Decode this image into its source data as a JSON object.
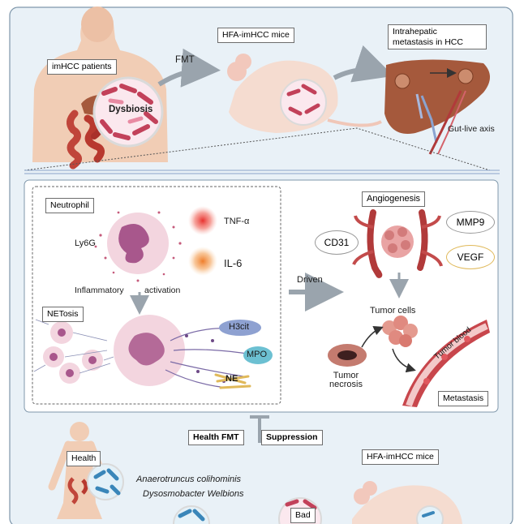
{
  "top": {
    "patients": "imHCC patients",
    "dysbiosis": "Dysbiosis",
    "fmt": "FMT",
    "mice": "HFA-imHCC mice",
    "metastasis": "Intrahepatic\nmetastasis in HCC",
    "axis": "Gut-live axis"
  },
  "middle": {
    "neutrophil": "Neutrophil",
    "ly6g": "Ly6G",
    "tnf": "TNF-α",
    "il6": "IL-6",
    "inflammatory": "Inflammatory",
    "activation": "activation",
    "netosis": "NETosis",
    "h3cit": "H3cit",
    "mpo": "MPO",
    "ne": "NE",
    "driven": "Driven",
    "angiogenesis": "Angiogenesis",
    "cd31": "CD31",
    "mmp9": "MMP9",
    "vegf": "VEGF",
    "tumor_cells": "Tumor cells",
    "tumor_necrosis": "Tumor\nnecrosis",
    "tumor_blood": "Tumor blood",
    "metastasis": "Metastasis"
  },
  "bottom": {
    "health_fmt": "Health FMT",
    "suppression": "Suppression",
    "health": "Health",
    "bacteria_1": "Anaerotruncus colihominis",
    "bacteria_2": "Dysosmobacter Welbions",
    "mice": "HFA-imHCC mice",
    "bad": "Bad"
  },
  "colors": {
    "panel_bg": "#e9f1f7",
    "panel_border": "#7f97ab",
    "skin": "#f1cdb5",
    "liver": "#a5593c",
    "vessel": "#b13a3a",
    "bacteria_red": "#c2415a",
    "bacteria_blue": "#3a86b9",
    "neutrophil_body": "#f3d5df",
    "neutrophil_nucleus": "#a8578c",
    "arrow": "#9aa4ad"
  }
}
